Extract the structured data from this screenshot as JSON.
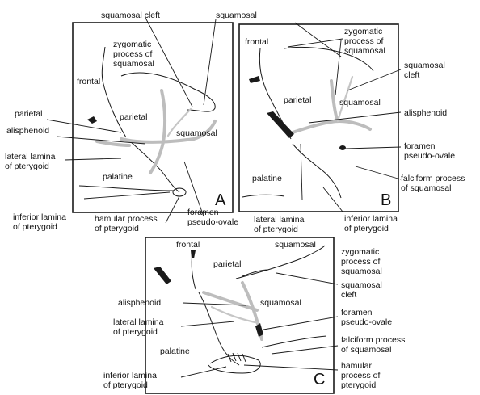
{
  "panels": [
    {
      "letter": "A",
      "labels": {
        "squamosal_cleft": "squamosal cleft",
        "squamosal_top": "squamosal",
        "zygomatic": [
          "zygomatic",
          "process of",
          "squamosal"
        ],
        "frontal": "frontal",
        "parietal_left": "parietal",
        "parietal_inner": "parietal",
        "alisphenoid": "alisphenoid",
        "lateral_lamina": [
          "lateral lamina",
          "of pterygoid"
        ],
        "squamosal_inner": "squamosal",
        "palatine": "palatine",
        "inferior_lamina": [
          "inferior lamina",
          "of pterygoid"
        ],
        "hamular": [
          "hamular process",
          "of pterygoid"
        ],
        "foramen": [
          "foramen",
          "pseudo-ovale"
        ]
      }
    },
    {
      "letter": "B",
      "labels": {
        "frontal": "frontal",
        "zygomatic": [
          "zygomatic",
          "process of",
          "squamosal"
        ],
        "squamosal_cleft": [
          "squamosal",
          "cleft"
        ],
        "parietal": "parietal",
        "squamosal_inner": "squamosal",
        "alisphenoid": "alisphenoid",
        "foramen": [
          "foramen",
          "pseudo-ovale"
        ],
        "palatine": "palatine",
        "falciform": [
          "falciform process",
          "of squamosal"
        ],
        "lateral_lamina": [
          "lateral lamina",
          "of pterygoid"
        ],
        "inferior_lamina": [
          "inferior lamina",
          "of pterygoid"
        ]
      }
    },
    {
      "letter": "C",
      "labels": {
        "frontal": "frontal",
        "squamosal_top": "squamosal",
        "zygomatic": [
          "zygomatic",
          "process of",
          "squamosal"
        ],
        "parietal": "parietal",
        "squamosal_cleft": [
          "squamosal",
          "cleft"
        ],
        "alisphenoid": "alisphenoid",
        "squamosal_inner": "squamosal",
        "lateral_lamina": [
          "lateral lamina",
          "of pterygoid"
        ],
        "foramen": [
          "foramen",
          "pseudo-ovale"
        ],
        "falciform": [
          "falciform process",
          "of squamosal"
        ],
        "palatine": "palatine",
        "inferior_lamina": [
          "inferior lamina",
          "of pterygoid"
        ],
        "hamular": [
          "hamular",
          "process of",
          "pterygoid"
        ]
      }
    }
  ]
}
